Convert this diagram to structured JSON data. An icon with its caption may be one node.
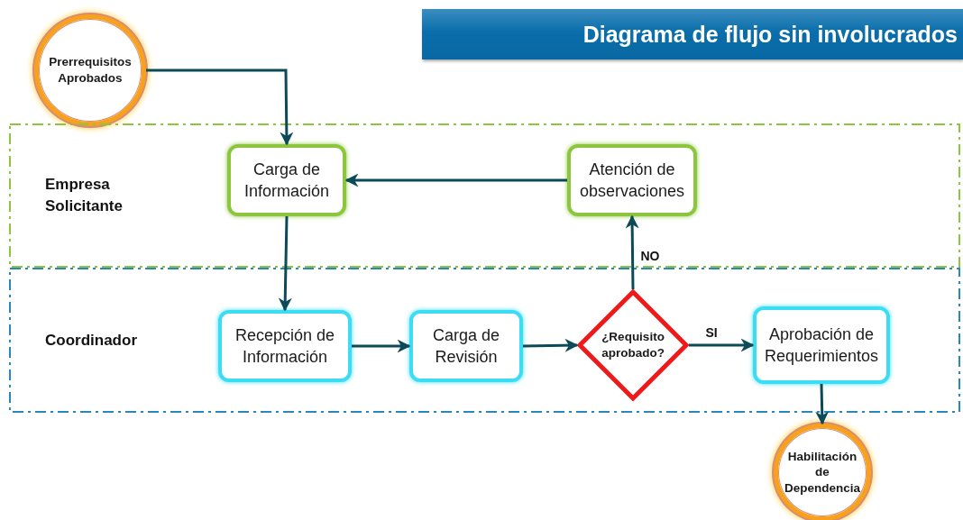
{
  "diagram": {
    "title": "Diagrama de flujo sin involucrados",
    "nodes": [
      {
        "text": [
          "Prerrequisitos Aprobados"
        ]
      },
      {
        "text": [
          "Empresa Solicitante"
        ]
      },
      {
        "text": [
          "Carga de Información"
        ],
        "in": 1
      },
      {
        "text": [
          "Atención de observaciones"
        ],
        "in": 1
      },
      {
        "text": [
          "Coordinador"
        ]
      },
      {
        "text": [
          "Recepción de Información"
        ],
        "in": 4
      },
      {
        "text": [
          "Carga de Revisión"
        ],
        "in": 4
      },
      {
        "text": [
          "¿Requisito aprobado?"
        ],
        "in": 4
      },
      {
        "text": [
          "Aprobación de Requerimientos"
        ],
        "in": 4
      },
      {
        "text": [
          "Habilitación de Dependencia"
        ]
      }
    ],
    "edges": [
      {
        "from": 0,
        "to": 2,
        "arrow": "to"
      },
      {
        "from": 3,
        "to": 2,
        "arrow": "to"
      },
      {
        "from": 2,
        "to": 5,
        "arrow": "to"
      },
      {
        "from": 5,
        "to": 6,
        "arrow": "to"
      },
      {
        "from": 6,
        "to": 7,
        "arrow": "to"
      },
      {
        "from": 7,
        "to": 3,
        "arrow": "to",
        "label": "NO"
      },
      {
        "from": 7,
        "to": 8,
        "arrow": "to",
        "label": "SI"
      },
      {
        "from": 8,
        "to": 9,
        "arrow": "to"
      }
    ]
  }
}
